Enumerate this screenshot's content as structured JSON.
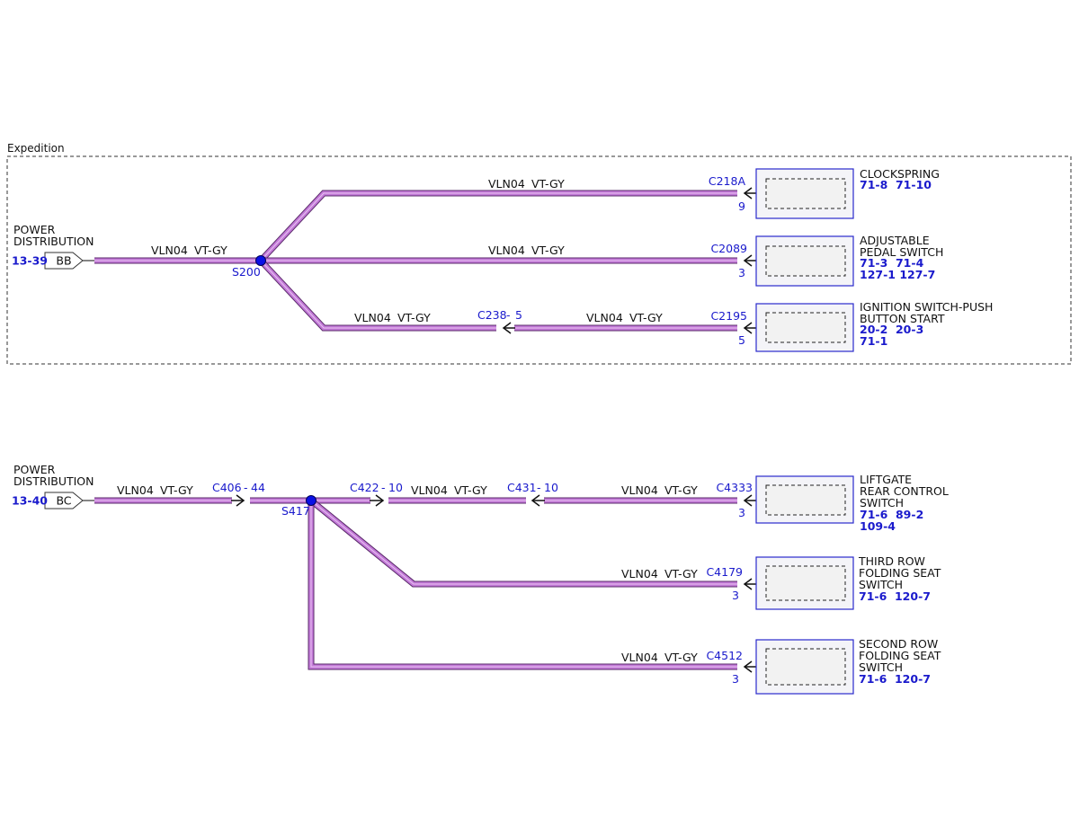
{
  "colors": {
    "wire_core": "#c37ad8",
    "wire_edge": "#5a2a6a",
    "connector_blue": "#1a1acc",
    "splice_dot": "#0a10e6",
    "component_fill": "#f2f2f2",
    "frame_dash": "#333333"
  },
  "frame": {
    "title": "Expedition"
  },
  "circuit_label": "VLN04",
  "wire_color": "VT-GY",
  "diagram1": {
    "source": {
      "name_line1": "POWER",
      "name_line2": "DISTRIBUTION",
      "ref": "13-39",
      "pin": "BB"
    },
    "splice": "S200",
    "components": [
      {
        "connector": "C218A",
        "pin": "9",
        "name_lines": [
          "CLOCKSPRING"
        ],
        "refs": [
          "71-8  71-10"
        ]
      },
      {
        "connector": "C2089",
        "pin": "3",
        "name_lines": [
          "ADJUSTABLE",
          "PEDAL SWITCH"
        ],
        "refs": [
          "71-3  71-4",
          "127-1 127-7"
        ]
      },
      {
        "connector": "C2195",
        "pin": "5",
        "name_lines": [
          "IGNITION SWITCH-PUSH",
          "BUTTON START"
        ],
        "refs": [
          "20-2  20-3",
          "71-1"
        ]
      }
    ],
    "inline": [
      {
        "connector": "C238",
        "pin": "5"
      }
    ]
  },
  "diagram2": {
    "source": {
      "name_line1": "POWER",
      "name_line2": "DISTRIBUTION",
      "ref": "13-40",
      "pin": "BC"
    },
    "splice": "S417",
    "inline": [
      {
        "connector": "C406",
        "pin": "44"
      },
      {
        "connector": "C422",
        "pin": "10"
      },
      {
        "connector": "C431",
        "pin": "10"
      }
    ],
    "components": [
      {
        "connector": "C4333",
        "pin": "3",
        "name_lines": [
          "LIFTGATE",
          "REAR CONTROL",
          "SWITCH"
        ],
        "refs": [
          "71-6  89-2",
          "109-4"
        ]
      },
      {
        "connector": "C4179",
        "pin": "3",
        "name_lines": [
          "THIRD ROW",
          "FOLDING SEAT",
          "SWITCH"
        ],
        "refs": [
          "71-6  120-7"
        ]
      },
      {
        "connector": "C4512",
        "pin": "3",
        "name_lines": [
          "SECOND ROW",
          "FOLDING SEAT",
          "SWITCH"
        ],
        "refs": [
          "71-6  120-7"
        ]
      }
    ]
  }
}
